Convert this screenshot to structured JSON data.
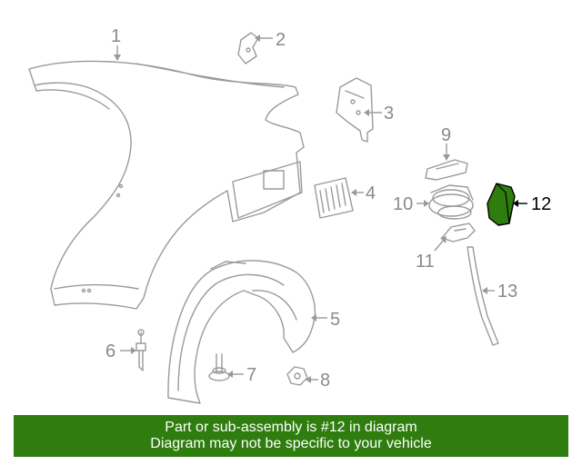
{
  "callouts": {
    "c1": "1",
    "c2": "2",
    "c3": "3",
    "c4": "4",
    "c5": "5",
    "c6": "6",
    "c7": "7",
    "c8": "8",
    "c9": "9",
    "c10": "10",
    "c11": "11",
    "c12": "12",
    "c13": "13"
  },
  "highlight": {
    "part": "12",
    "color": "#2e7d0e"
  },
  "banner": {
    "line1": "Part or sub-assembly is #12 in diagram",
    "line2": "Diagram may not be specific to your vehicle",
    "color": "#2e7d0e"
  }
}
